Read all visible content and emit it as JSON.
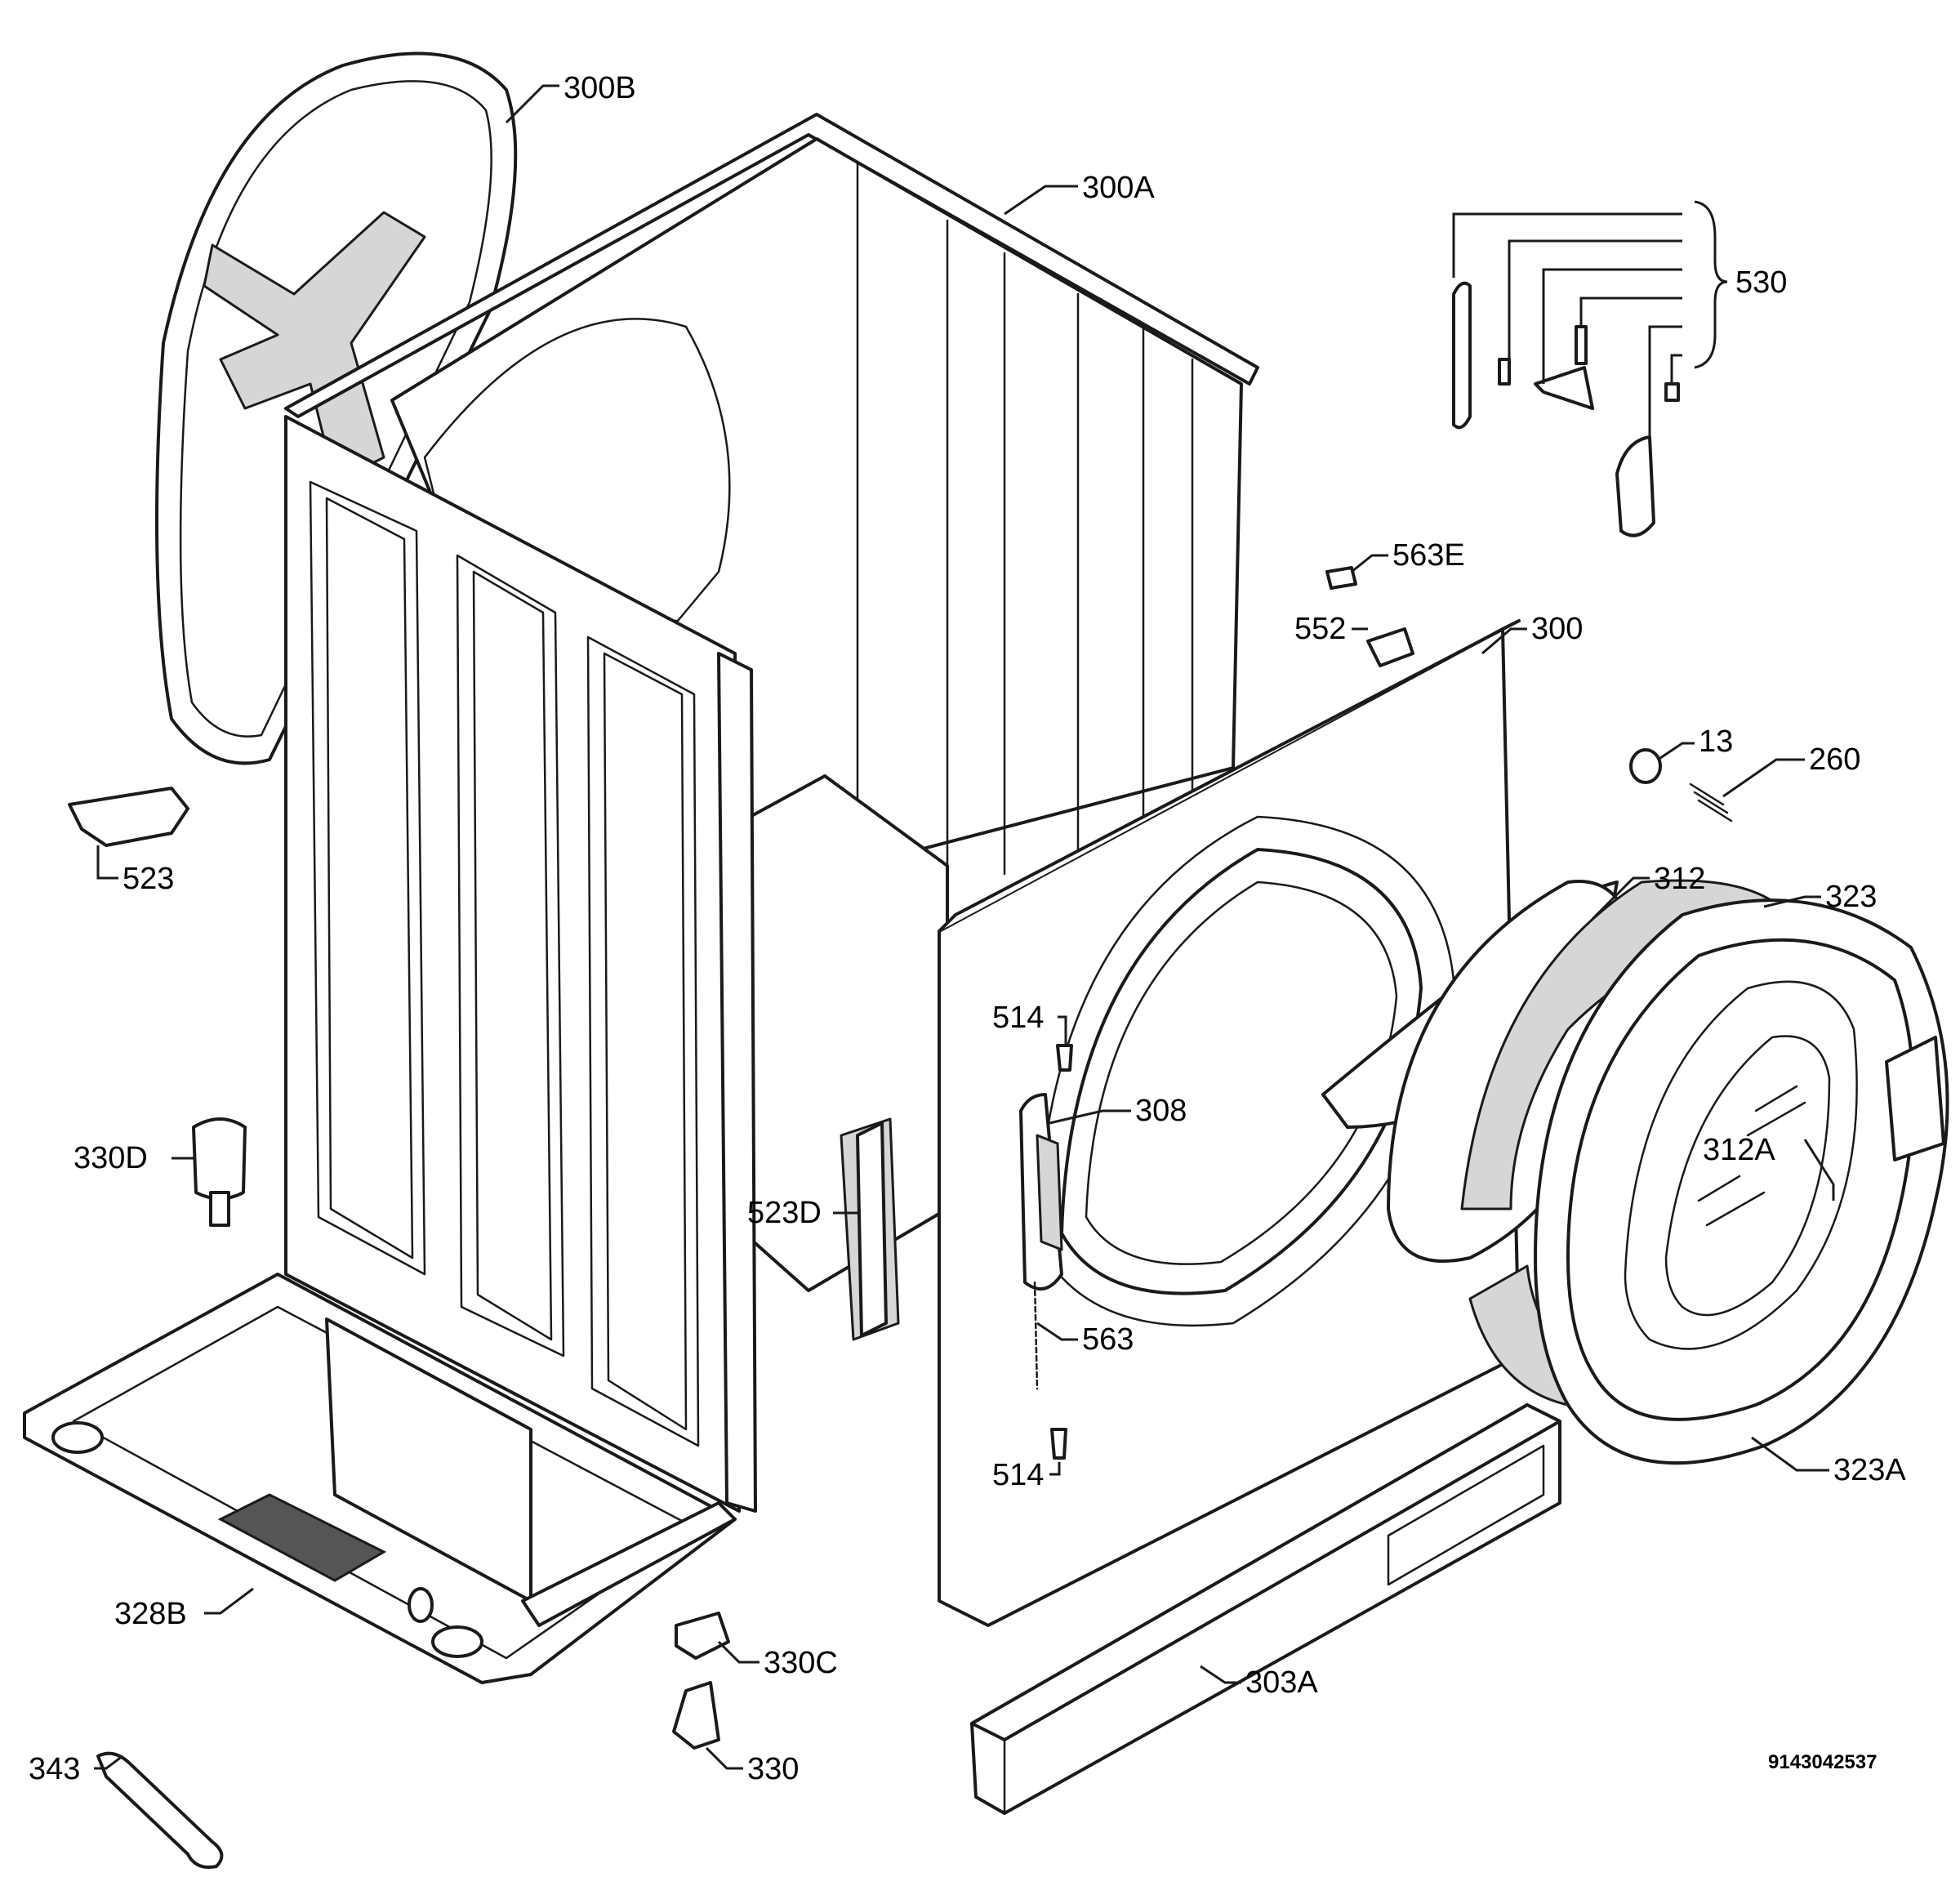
{
  "labels": {
    "l300B": "300B",
    "l300A": "300A",
    "l530": "530",
    "l563E": "563E",
    "l552": "552",
    "l300": "300",
    "l13": "13",
    "l260": "260",
    "l523": "523",
    "l312": "312",
    "l323": "323",
    "l514a": "514",
    "l308": "308",
    "l312A": "312A",
    "l330D": "330D",
    "l523D": "523D",
    "l563": "563",
    "l514b": "514",
    "l323A": "323A",
    "l328B": "328B",
    "l330C": "330C",
    "l303A": "303A",
    "l330": "330",
    "l343": "343"
  },
  "drawing_number": "9143042537",
  "colors": {
    "line": "#1a1a1a",
    "background": "#ffffff",
    "shade": "#d6d6d6"
  }
}
